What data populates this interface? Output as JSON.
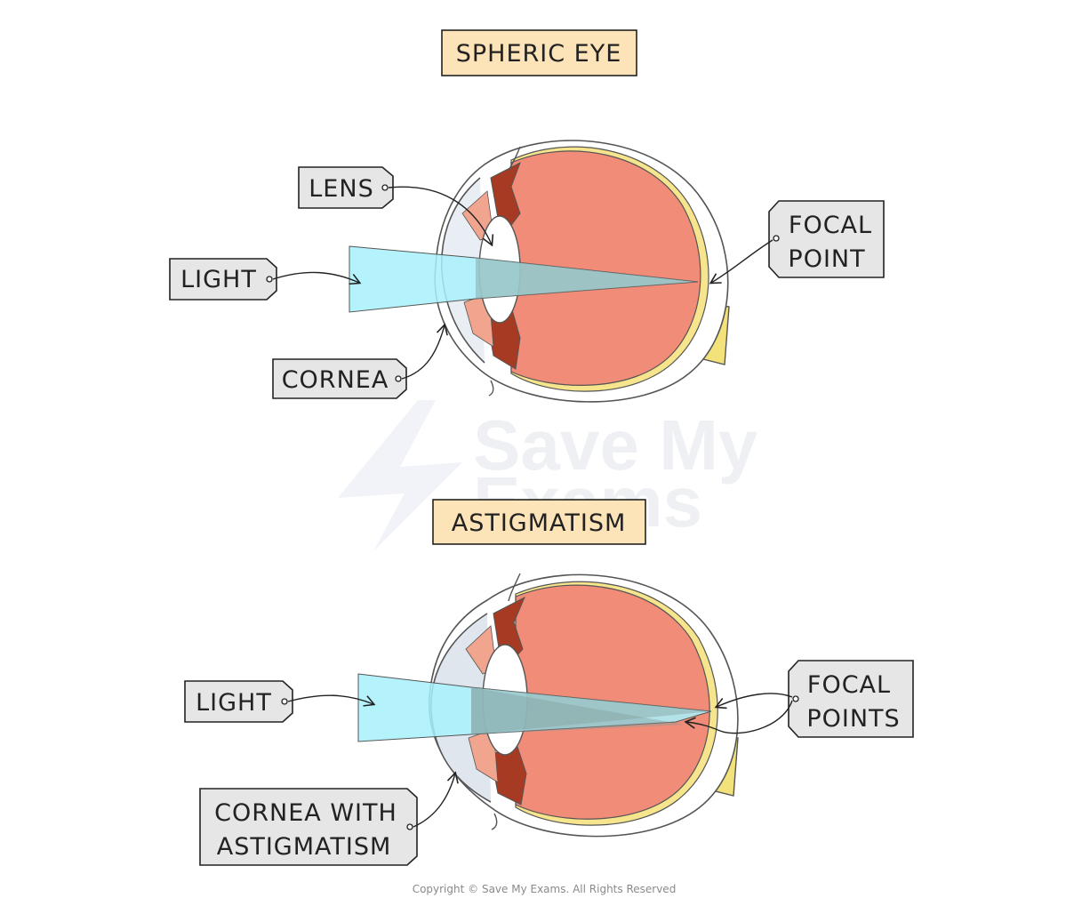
{
  "sections": {
    "top": {
      "title": "SPHERIC EYE",
      "labels": {
        "lens": "LENS",
        "light": "LIGHT",
        "cornea": "CORNEA",
        "focal_line1": "FOCAL",
        "focal_line2": "POINT"
      }
    },
    "bottom": {
      "title": "ASTIGMATISM",
      "labels": {
        "light": "LIGHT",
        "cornea_line1": "CORNEA WITH",
        "cornea_line2": "ASTIGMATISM",
        "focal_line1": "FOCAL",
        "focal_line2": "POINTS"
      }
    }
  },
  "watermark": {
    "line1": "Save My",
    "line2": "Exams"
  },
  "copyright": "Copyright © Save My Exams. All Rights Reserved",
  "colors": {
    "title_fill": "#fde3b8",
    "label_fill": "#e6e6e6",
    "eyeball": "#f08c78",
    "iris": "#a63a23",
    "light_beam": "#a8f1fb",
    "sclera_outline": "#555555"
  }
}
